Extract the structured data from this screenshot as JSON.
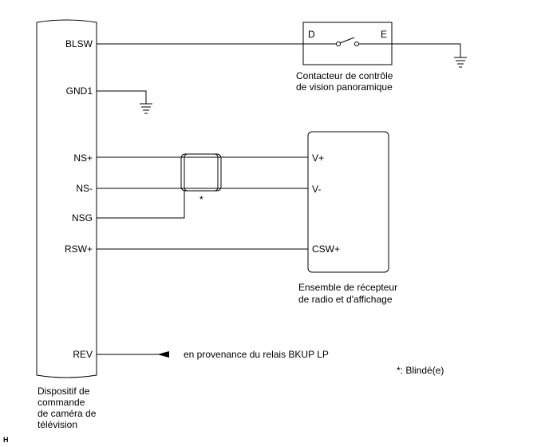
{
  "ecu": {
    "name_lines": [
      "Dispositif de",
      "commande",
      "de caméra de",
      "télévision"
    ],
    "pins": {
      "blsw": "BLSW",
      "gnd1": "GND1",
      "ns_plus": "NS+",
      "ns_minus": "NS-",
      "nsg": "NSG",
      "rsw_plus": "RSW+",
      "rev": "REV"
    }
  },
  "switch": {
    "terminal_d": "D",
    "terminal_e": "E",
    "name_lines": [
      "Contacteur de contrôle",
      "de vision panoramique"
    ]
  },
  "receiver": {
    "pins": {
      "v_plus": "V+",
      "v_minus": "V-",
      "csw_plus": "CSW+"
    },
    "name_lines": [
      "Ensemble de récepteur",
      "de radio et d'affichage"
    ]
  },
  "shield": {
    "marker": "*"
  },
  "rev_source": "en provenance du relais BKUP LP",
  "legend": "*: Blindé(e)",
  "corner_mark": "H"
}
